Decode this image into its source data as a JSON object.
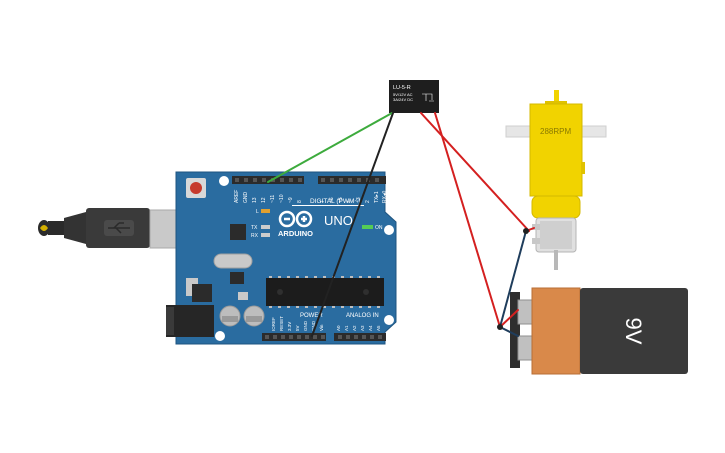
{
  "relay": {
    "title": "LU-5-R",
    "line1": "5V/12V AC",
    "line2": "3A/24V DC"
  },
  "arduino": {
    "brand": "ARDUINO",
    "model": "UNO",
    "digital_label": "DIGITAL (PWM~)",
    "power_label": "POWER",
    "analog_label": "ANALOG IN",
    "on_label": "ON",
    "l_label": "L",
    "tx_label": "TX",
    "rx_label": "RX",
    "top_pins": [
      "AREF",
      "GND",
      "13",
      "12",
      "~11",
      "~10",
      "~9",
      "8",
      "7",
      "~6",
      "~5",
      "4",
      "~3",
      "2",
      "TX▸1",
      "RX◂0"
    ],
    "power_pins": [
      "IOREF",
      "RESET",
      "3.3V",
      "5V",
      "GND",
      "GND",
      "Vin"
    ],
    "analog_pins": [
      "A0",
      "A1",
      "A2",
      "A3",
      "A4",
      "A5"
    ]
  },
  "motor": {
    "label": "288RPM"
  },
  "battery": {
    "label": "9V"
  },
  "colors": {
    "board": "#2a6ca0",
    "board_dark": "#1f5580",
    "wire_green": "#3dab3d",
    "wire_black": "#222222",
    "wire_red": "#d42020",
    "motor_yellow": "#f1d300",
    "battery_orange": "#d9894a",
    "battery_dark": "#3a3a3a"
  }
}
